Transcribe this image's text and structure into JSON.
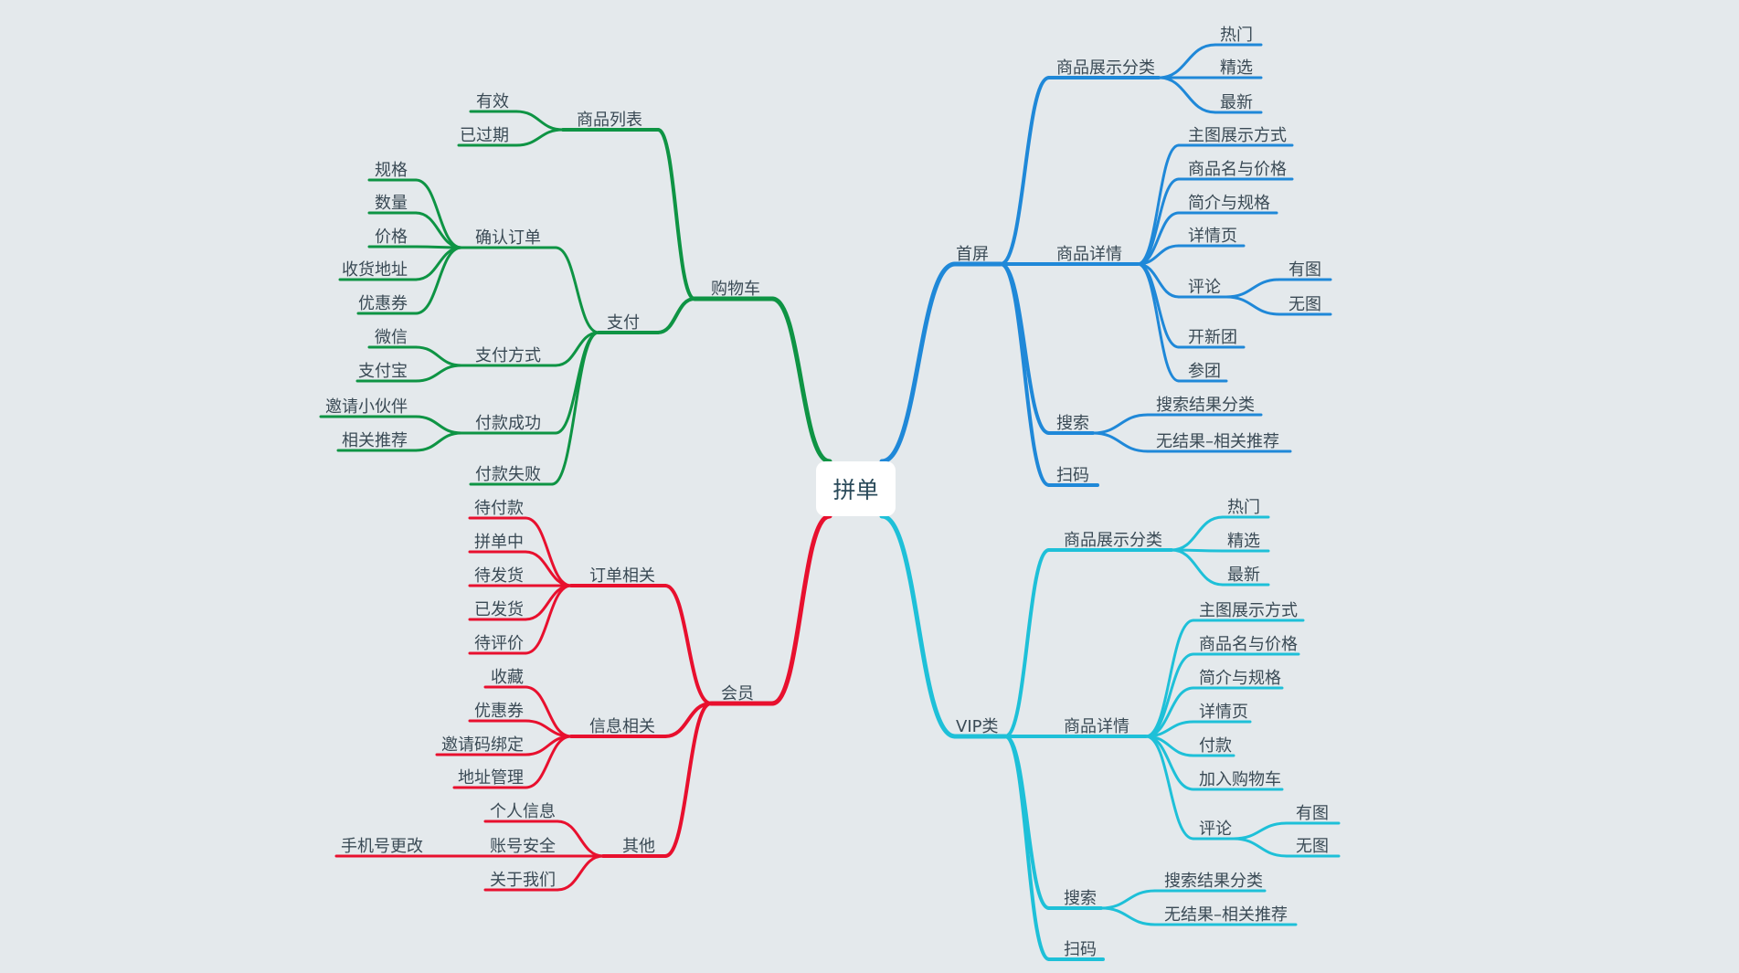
{
  "root": "拼单",
  "branches": [
    {
      "key": "shouping",
      "label": "首屏",
      "color": "#1f88d8",
      "children": [
        {
          "label": "商品展示分类",
          "children": [
            {
              "label": "热门"
            },
            {
              "label": "精选"
            },
            {
              "label": "最新"
            }
          ]
        },
        {
          "label": "商品详情",
          "children": [
            {
              "label": "主图展示方式"
            },
            {
              "label": "商品名与价格"
            },
            {
              "label": "简介与规格"
            },
            {
              "label": "详情页"
            },
            {
              "label": "评论",
              "children": [
                {
                  "label": "有图"
                },
                {
                  "label": "无图"
                }
              ]
            },
            {
              "label": "开新团"
            },
            {
              "label": "参团"
            }
          ]
        },
        {
          "label": "搜索",
          "children": [
            {
              "label": "搜索结果分类"
            },
            {
              "label": "无结果–相关推荐"
            }
          ]
        },
        {
          "label": "扫码"
        }
      ]
    },
    {
      "key": "vip",
      "label": "VIP类",
      "color": "#1ec0d8",
      "children": [
        {
          "label": "商品展示分类",
          "children": [
            {
              "label": "热门"
            },
            {
              "label": "精选"
            },
            {
              "label": "最新"
            }
          ]
        },
        {
          "label": "商品详情",
          "children": [
            {
              "label": "主图展示方式"
            },
            {
              "label": "商品名与价格"
            },
            {
              "label": "简介与规格"
            },
            {
              "label": "详情页"
            },
            {
              "label": "付款"
            },
            {
              "label": "加入购物车"
            },
            {
              "label": "评论",
              "children": [
                {
                  "label": "有图"
                },
                {
                  "label": "无图"
                }
              ]
            }
          ]
        },
        {
          "label": "搜索",
          "children": [
            {
              "label": "搜索结果分类"
            },
            {
              "label": "无结果–相关推荐"
            }
          ]
        },
        {
          "label": "扫码"
        }
      ]
    },
    {
      "key": "gouwuche",
      "label": "购物车",
      "color": "#0e9444",
      "children": [
        {
          "label": "商品列表",
          "children": [
            {
              "label": "有效"
            },
            {
              "label": "已过期"
            }
          ]
        },
        {
          "label": "支付",
          "children": [
            {
              "label": "确认订单",
              "children": [
                {
                  "label": "规格"
                },
                {
                  "label": "数量"
                },
                {
                  "label": "价格"
                },
                {
                  "label": "收货地址"
                },
                {
                  "label": "优惠券"
                }
              ]
            },
            {
              "label": "支付方式",
              "children": [
                {
                  "label": "微信"
                },
                {
                  "label": "支付宝"
                }
              ]
            },
            {
              "label": "付款成功",
              "children": [
                {
                  "label": "邀请小伙伴"
                },
                {
                  "label": "相关推荐"
                }
              ]
            },
            {
              "label": "付款失败"
            }
          ]
        }
      ]
    },
    {
      "key": "huiyuan",
      "label": "会员",
      "color": "#e8102e",
      "children": [
        {
          "label": "订单相关",
          "children": [
            {
              "label": "待付款"
            },
            {
              "label": "拼单中"
            },
            {
              "label": "待发货"
            },
            {
              "label": "已发货"
            },
            {
              "label": "待评价"
            }
          ]
        },
        {
          "label": "信息相关",
          "children": [
            {
              "label": "收藏"
            },
            {
              "label": "优惠券"
            },
            {
              "label": "邀请码绑定"
            },
            {
              "label": "地址管理"
            }
          ]
        },
        {
          "label": "其他",
          "children": [
            {
              "label": "个人信息"
            },
            {
              "label": "账号安全",
              "children": [
                {
                  "label": "手机号更改"
                }
              ]
            },
            {
              "label": "关于我们"
            }
          ]
        }
      ]
    }
  ]
}
